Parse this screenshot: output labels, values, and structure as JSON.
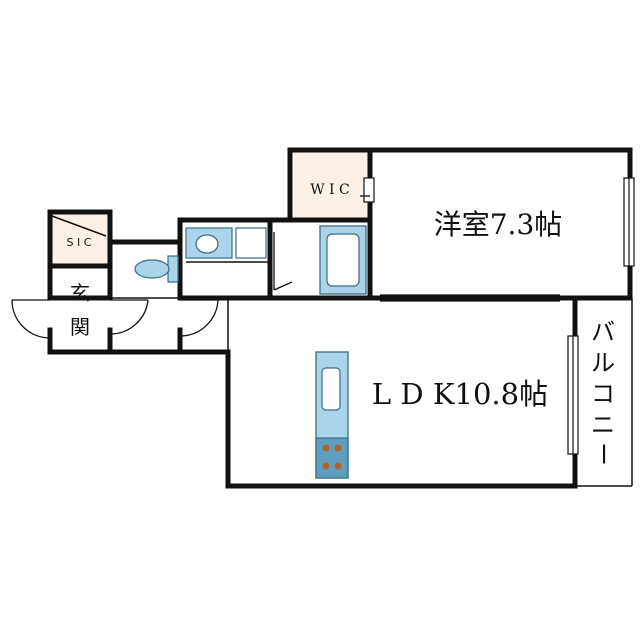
{
  "rooms": {
    "western": "洋室7.3帖",
    "wic": "W I C",
    "ldk": "L D K10.8帖",
    "sic": "S I C",
    "entrance_line1": "玄",
    "entrance_line2": "関",
    "balcony": [
      "バ",
      "ル",
      "コ",
      "ニ",
      "ー"
    ]
  },
  "colors": {
    "wall": "#111111",
    "closet_fill": "#fcefe6",
    "fixture_fill": "#a9d4ea",
    "fixture_stroke": "#3b6c88",
    "stove_fill": "#5f9dbd",
    "burner": "#b4612a",
    "floor": "#ffffff"
  }
}
